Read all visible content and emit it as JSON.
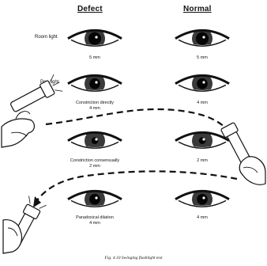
{
  "headers": {
    "defect": "Defect",
    "normal": "Normal"
  },
  "rows": [
    {
      "label": "Room light",
      "defect_caption": "5 mm",
      "normal_caption": "5 mm",
      "defect_pupil_mm": 5,
      "normal_pupil_mm": 5
    },
    {
      "label": "Pen light",
      "defect_caption": "Constriction directly\n4 mm",
      "normal_caption": "4 mm",
      "defect_pupil_mm": 4,
      "normal_pupil_mm": 4
    },
    {
      "label": "",
      "defect_caption": "Constriction consensually\n2 mm",
      "normal_caption": "2 mm",
      "defect_pupil_mm": 2,
      "normal_pupil_mm": 2
    },
    {
      "label": "",
      "defect_caption": "Paradoxical dilation\n4 mm",
      "normal_caption": "4 mm",
      "defect_pupil_mm": 4,
      "normal_pupil_mm": 4
    }
  ],
  "caption": "Fig. 4.10  Swinging flashlight test",
  "colors": {
    "ink": "#111111",
    "iris": "#3a3a3a",
    "pupil": "#050505"
  },
  "icons": [
    "eye-icon",
    "flashlight-icon",
    "hand-icon",
    "dashed-arrow"
  ]
}
